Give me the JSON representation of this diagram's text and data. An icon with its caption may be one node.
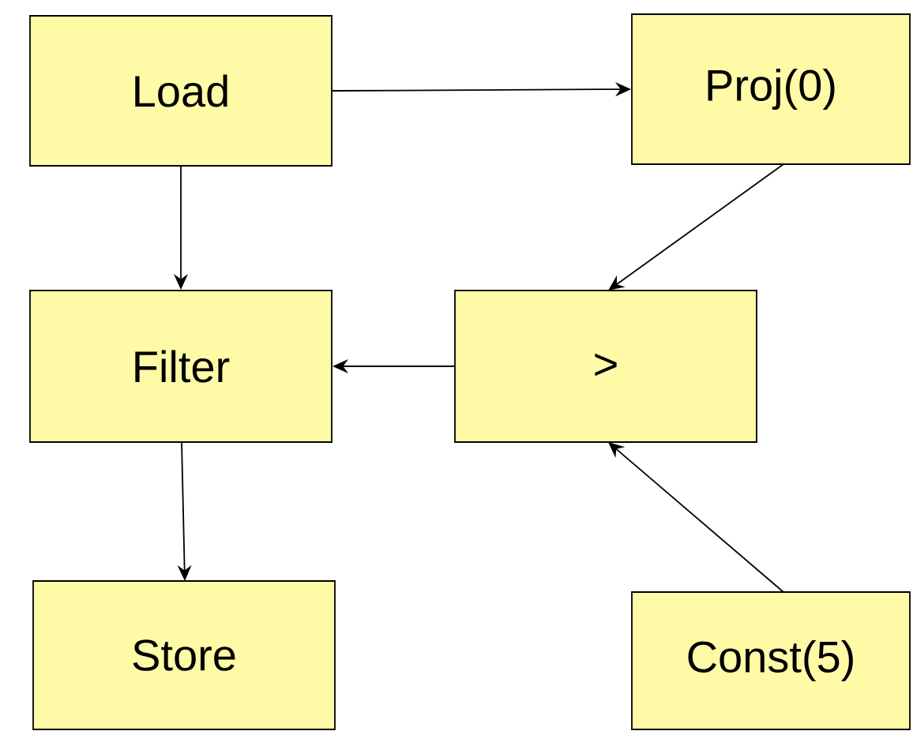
{
  "diagram": {
    "nodes": [
      {
        "text": [
          "Load"
        ]
      },
      {
        "text": [
          "Proj(0)"
        ]
      },
      {
        "text": [
          "Filter"
        ]
      },
      {
        "text": [
          ">"
        ]
      },
      {
        "text": [
          "Store"
        ]
      },
      {
        "text": [
          "Const(5)"
        ]
      }
    ],
    "edges": [
      {
        "from": 0,
        "to": 1,
        "arrow": "to"
      },
      {
        "from": 0,
        "to": 2,
        "arrow": "to"
      },
      {
        "from": 1,
        "to": 3,
        "arrow": "to"
      },
      {
        "from": 3,
        "to": 2,
        "arrow": "to"
      },
      {
        "from": 2,
        "to": 4,
        "arrow": "to"
      },
      {
        "from": 5,
        "to": 3,
        "arrow": "to"
      }
    ]
  }
}
